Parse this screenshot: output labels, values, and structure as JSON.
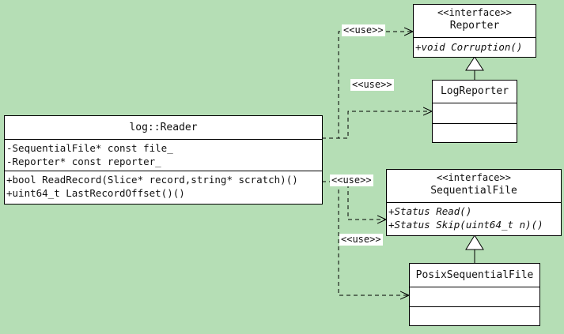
{
  "classes": {
    "reader": {
      "name": "log::Reader",
      "attributes": [
        "-SequentialFile* const file_",
        "-Reporter* const reporter_"
      ],
      "operations": [
        "+bool ReadRecord(Slice* record,string* scratch)()",
        "+uint64_t LastRecordOffset()()"
      ]
    },
    "reporter": {
      "stereotype": "<<interface>>",
      "name": "Reporter",
      "operations": [
        "+void Corruption()"
      ]
    },
    "log_reporter": {
      "name": "LogReporter"
    },
    "sequential_file": {
      "stereotype": "<<interface>>",
      "name": "SequentialFile",
      "operations": [
        "+Status Read()",
        "+Status Skip(uint64_t n)()"
      ]
    },
    "posix_sequential_file": {
      "name": "PosixSequentialFile"
    }
  },
  "labels": {
    "use_reporter": "<<use>>",
    "use_log_reporter": "<<use>>",
    "use_sequential_file": "<<use>>",
    "use_posix": "<<use>>"
  }
}
